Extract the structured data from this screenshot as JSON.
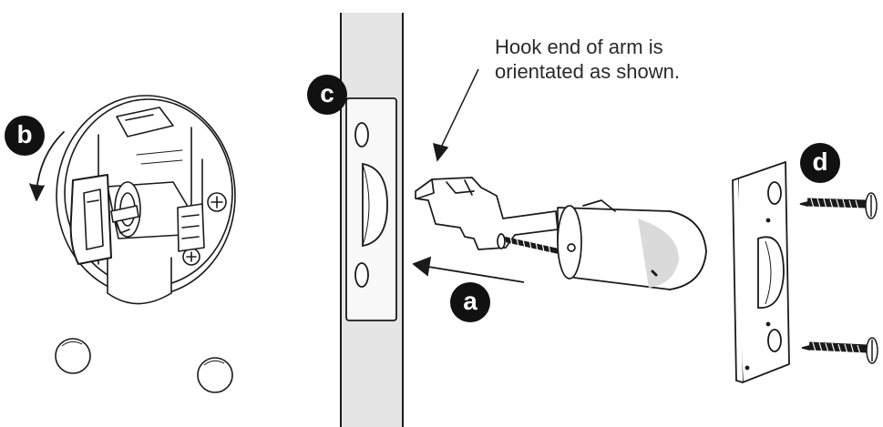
{
  "callout": {
    "line1": "Hook end of arm is",
    "line2": "orientated as shown."
  },
  "steps": {
    "a": "a",
    "b": "b",
    "c": "c",
    "d": "d"
  }
}
